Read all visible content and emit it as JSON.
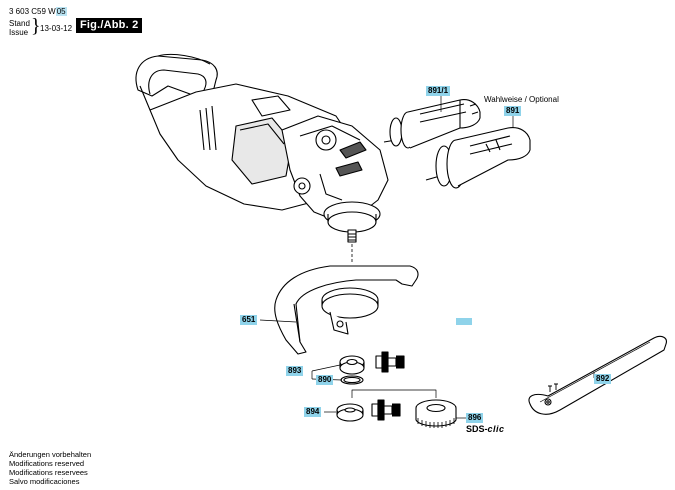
{
  "header": {
    "part_no_prefix": "3 603 C59 W",
    "part_no_suffix": "05",
    "stand_label": "Stand",
    "issue_label": "Issue",
    "brace": "}",
    "date": "13-03-12",
    "figure_label": "Fig./Abb. 2"
  },
  "callouts": {
    "c8911": "891/1",
    "c891": "891",
    "c651": "651",
    "c893": "893",
    "c890": "890",
    "c894": "894",
    "c896": "896",
    "c892": "892"
  },
  "notes": {
    "optional": "Wahlweise / Optional",
    "sds_prefix": "SDS-",
    "sds_suffix": "clic"
  },
  "footer": {
    "line1": "Änderungen vorbehalten",
    "line2": "Modifications reserved",
    "line3": "Modifications reservees",
    "line4": "Salvo modificaciones"
  }
}
